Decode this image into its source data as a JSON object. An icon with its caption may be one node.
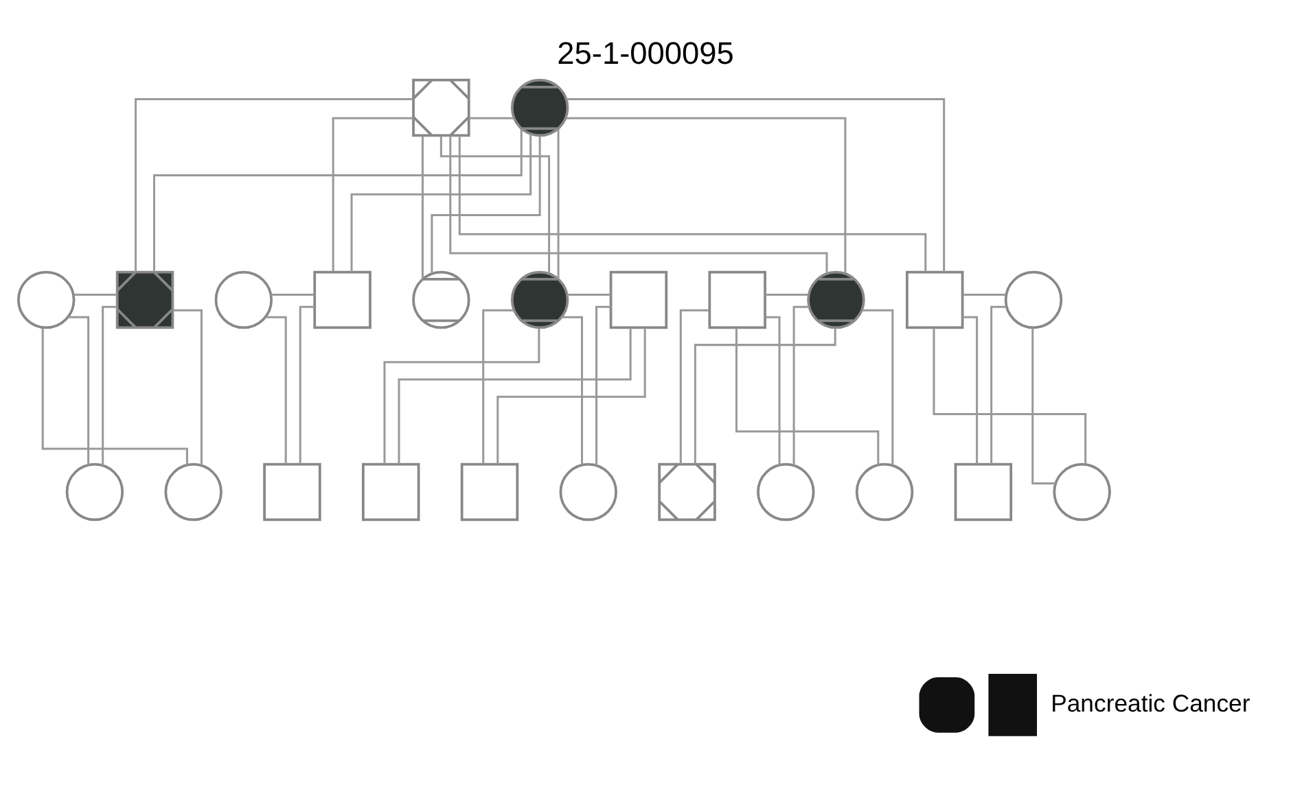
{
  "diagram": {
    "title": "25-1-000095",
    "nodes": [
      {
        "text": [],
        "shape": "box"
      },
      {
        "text": [],
        "shape": "circle"
      },
      {
        "text": [],
        "shape": "circle"
      },
      {
        "text": [],
        "shape": "box"
      },
      {
        "text": [],
        "shape": "circle"
      },
      {
        "text": [],
        "shape": "box"
      },
      {
        "text": [],
        "shape": "circle"
      },
      {
        "text": [],
        "shape": "circle"
      },
      {
        "text": [],
        "shape": "box"
      },
      {
        "text": [],
        "shape": "box"
      },
      {
        "text": [],
        "shape": "circle"
      },
      {
        "text": [],
        "shape": "box"
      },
      {
        "text": [],
        "shape": "circle"
      },
      {
        "text": [],
        "shape": "circle"
      },
      {
        "text": [],
        "shape": "circle"
      },
      {
        "text": [],
        "shape": "box"
      },
      {
        "text": [],
        "shape": "box"
      },
      {
        "text": [],
        "shape": "box"
      },
      {
        "text": [],
        "shape": "circle"
      },
      {
        "text": [],
        "shape": "box"
      },
      {
        "text": [],
        "shape": "circle"
      },
      {
        "text": [],
        "shape": "circle"
      },
      {
        "text": [],
        "shape": "box"
      },
      {
        "text": [],
        "shape": "circle"
      }
    ],
    "edges": [
      {
        "from": 0,
        "to": 1,
        "arrow": "none"
      },
      {
        "from": 2,
        "to": 3,
        "arrow": "none"
      },
      {
        "from": 4,
        "to": 5,
        "arrow": "none"
      },
      {
        "from": 7,
        "to": 8,
        "arrow": "none"
      },
      {
        "from": 9,
        "to": 10,
        "arrow": "none"
      },
      {
        "from": 11,
        "to": 12,
        "arrow": "none"
      },
      {
        "from": 0,
        "to": 3,
        "arrow": "none"
      },
      {
        "from": 1,
        "to": 3,
        "arrow": "none"
      },
      {
        "from": 0,
        "to": 5,
        "arrow": "none"
      },
      {
        "from": 1,
        "to": 5,
        "arrow": "none"
      },
      {
        "from": 0,
        "to": 6,
        "arrow": "none"
      },
      {
        "from": 1,
        "to": 6,
        "arrow": "none"
      },
      {
        "from": 0,
        "to": 7,
        "arrow": "none"
      },
      {
        "from": 1,
        "to": 7,
        "arrow": "none"
      },
      {
        "from": 0,
        "to": 10,
        "arrow": "none"
      },
      {
        "from": 1,
        "to": 10,
        "arrow": "none"
      },
      {
        "from": 0,
        "to": 11,
        "arrow": "none"
      },
      {
        "from": 1,
        "to": 11,
        "arrow": "none"
      },
      {
        "from": 2,
        "to": 13,
        "arrow": "none"
      },
      {
        "from": 3,
        "to": 13,
        "arrow": "none"
      },
      {
        "from": 2,
        "to": 14,
        "arrow": "none"
      },
      {
        "from": 3,
        "to": 14,
        "arrow": "none"
      },
      {
        "from": 4,
        "to": 15,
        "arrow": "none"
      },
      {
        "from": 5,
        "to": 15,
        "arrow": "none"
      },
      {
        "from": 7,
        "to": 16,
        "arrow": "none"
      },
      {
        "from": 8,
        "to": 16,
        "arrow": "none"
      },
      {
        "from": 7,
        "to": 17,
        "arrow": "none"
      },
      {
        "from": 8,
        "to": 17,
        "arrow": "none"
      },
      {
        "from": 7,
        "to": 18,
        "arrow": "none"
      },
      {
        "from": 8,
        "to": 18,
        "arrow": "none"
      },
      {
        "from": 9,
        "to": 19,
        "arrow": "none"
      },
      {
        "from": 10,
        "to": 19,
        "arrow": "none"
      },
      {
        "from": 9,
        "to": 20,
        "arrow": "none"
      },
      {
        "from": 10,
        "to": 20,
        "arrow": "none"
      },
      {
        "from": 9,
        "to": 21,
        "arrow": "none"
      },
      {
        "from": 10,
        "to": 21,
        "arrow": "none"
      },
      {
        "from": 11,
        "to": 22,
        "arrow": "none"
      },
      {
        "from": 12,
        "to": 22,
        "arrow": "none"
      },
      {
        "from": 11,
        "to": 23,
        "arrow": "none"
      },
      {
        "from": 12,
        "to": 23,
        "arrow": "none"
      }
    ],
    "legend": [
      {
        "text": "Pancreatic Cancer"
      }
    ]
  }
}
